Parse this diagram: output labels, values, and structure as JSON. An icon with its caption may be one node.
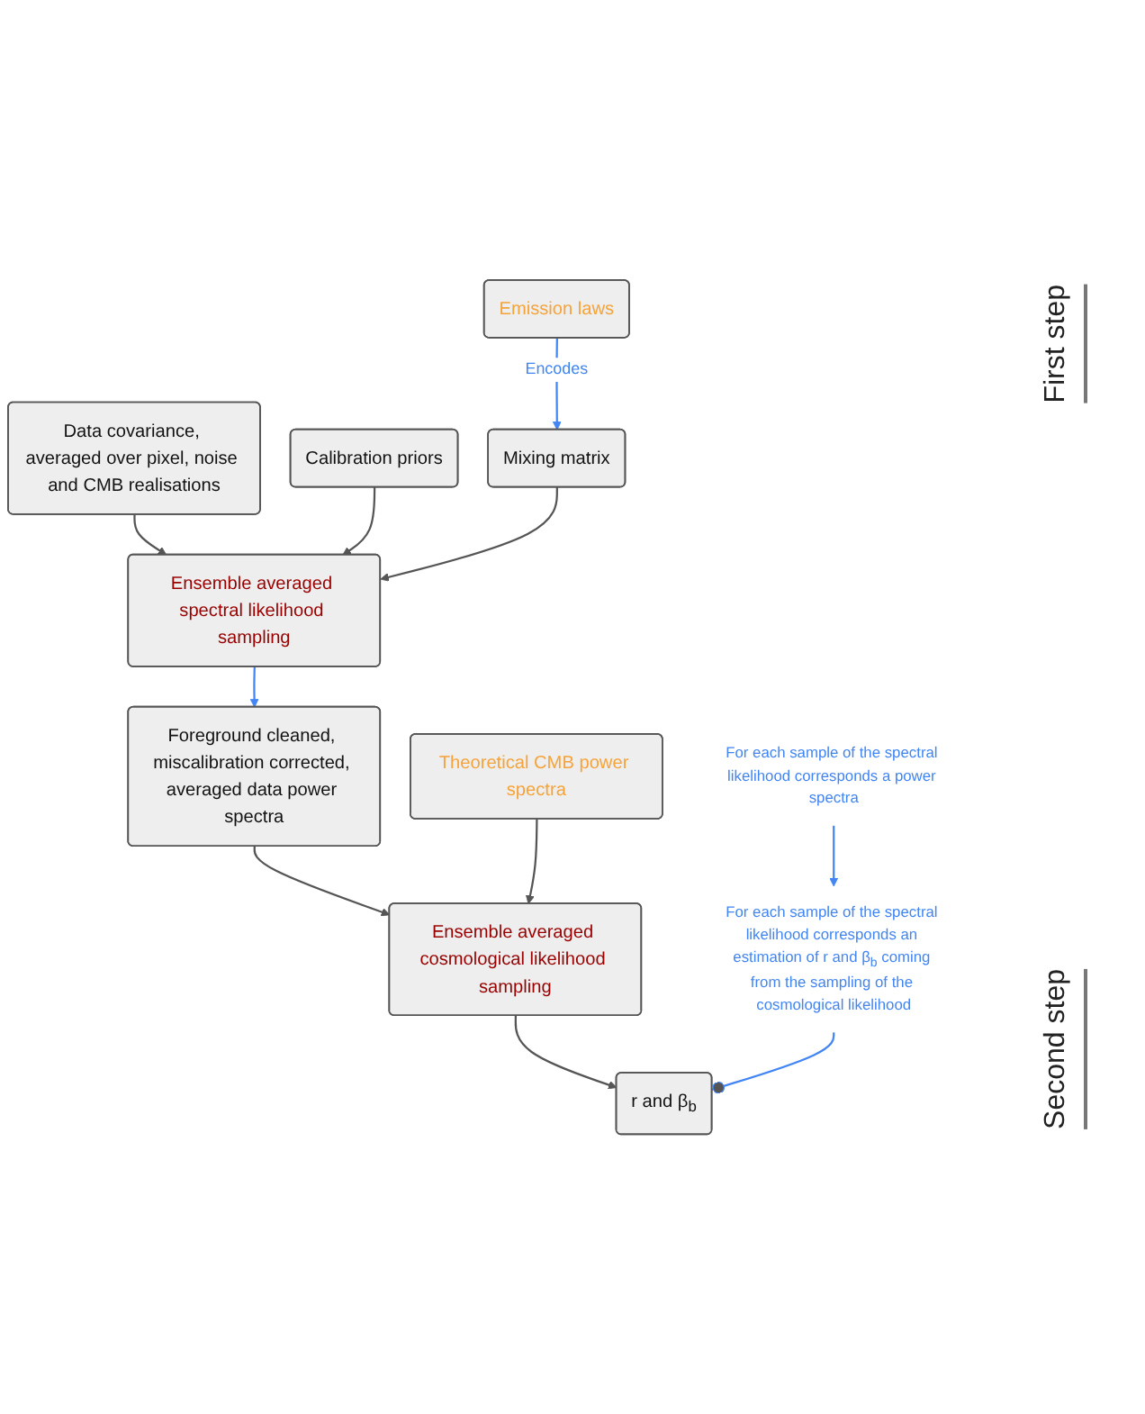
{
  "diagram": {
    "nodes": [
      {
        "text": [
          "Data covariance, averaged over pixel, noise and CMB realisations"
        ]
      },
      {
        "text": [
          "Calibration priors"
        ]
      },
      {
        "text": [
          "Emission laws"
        ]
      },
      {
        "text": [
          "Mixing matrix"
        ]
      },
      {
        "text": [
          "Ensemble averaged spectral likelihood sampling"
        ]
      },
      {
        "text": [
          "Foreground cleaned, miscalibration corrected, averaged data power spectra"
        ]
      },
      {
        "text": [
          "Theoretical CMB power spectra"
        ]
      },
      {
        "text": [
          "Ensemble averaged cosmological likelihood sampling"
        ]
      },
      {
        "text": [
          "r and β$_{b}$"
        ]
      },
      {
        "text": [
          "For each sample of the spectral likelihood corresponds a power spectra"
        ]
      },
      {
        "text": [
          "For each sample of the spectral likelihood corresponds an estimation of r and β$_{b}$ coming from the sampling of the cosmological likelihood"
        ]
      }
    ],
    "edges": [
      {
        "from": 0,
        "to": 4,
        "arrow": "to"
      },
      {
        "from": 1,
        "to": 4,
        "arrow": "to"
      },
      {
        "from": 2,
        "to": 3,
        "arrow": "to",
        "label": "Encodes",
        "color": "#4285f4"
      },
      {
        "from": 3,
        "to": 4,
        "arrow": "to"
      },
      {
        "from": 4,
        "to": 5,
        "arrow": "to",
        "color": "#4285f4"
      },
      {
        "from": 9,
        "to": 10,
        "arrow": "to",
        "color": "#4285f4"
      },
      {
        "from": 5,
        "to": 7,
        "arrow": "to"
      },
      {
        "from": 6,
        "to": 7,
        "arrow": "to"
      },
      {
        "from": 7,
        "to": 8,
        "arrow": "to"
      },
      {
        "from": 10,
        "to": 8,
        "arrow": "other",
        "color": "#4285f4"
      }
    ],
    "labels": [
      "First step",
      "Second step"
    ]
  }
}
